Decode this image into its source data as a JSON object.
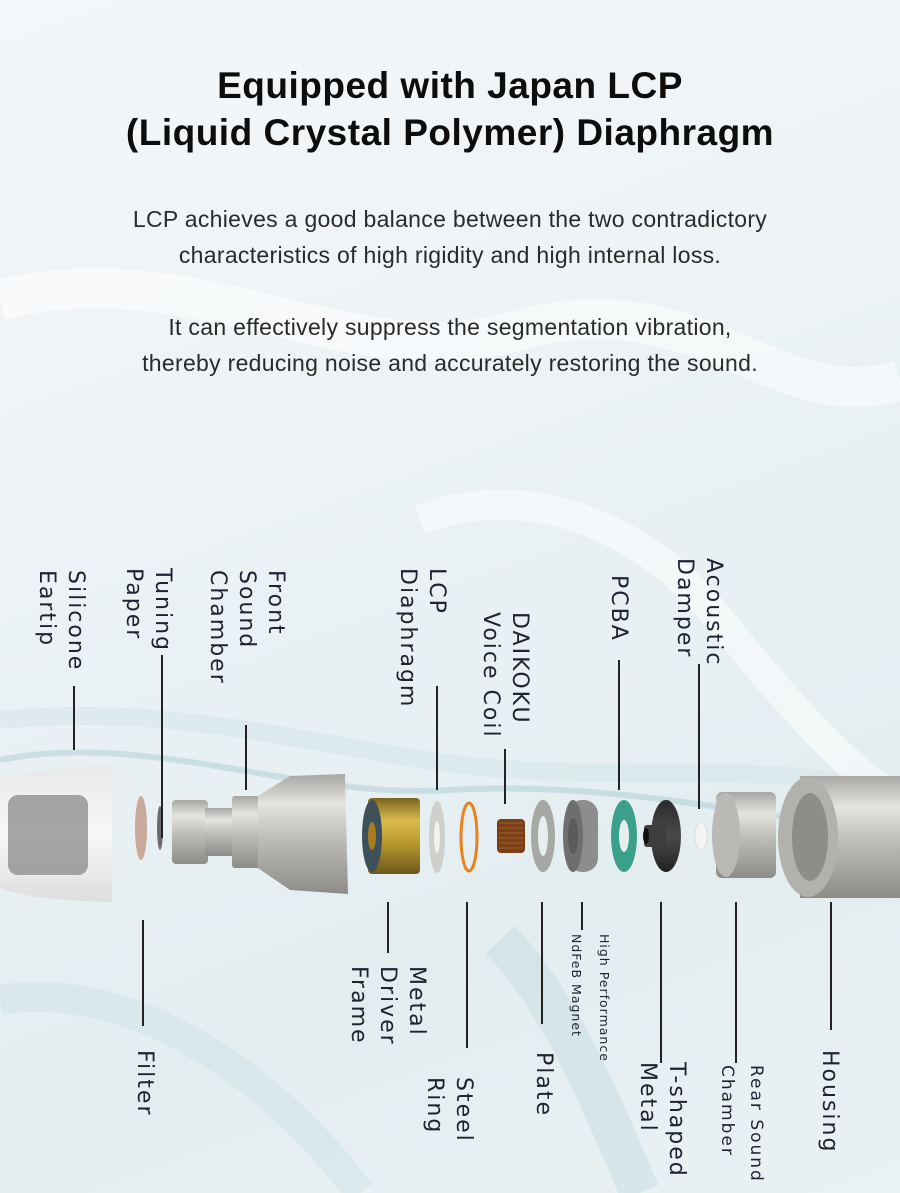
{
  "header": {
    "title_line1": "Equipped with Japan LCP",
    "title_line2": "(Liquid Crystal Polymer) Diaphragm"
  },
  "description": {
    "paragraph1_line1": "LCP achieves a good balance between the two contradictory",
    "paragraph1_line2": "characteristics of high rigidity and high internal loss.",
    "paragraph2_line1": "It can effectively suppress the segmentation vibration,",
    "paragraph2_line2": "thereby reducing noise and accurately restoring the sound."
  },
  "diagram": {
    "top_labels": {
      "silicone_eartip": "Silicone\nEartip",
      "tuning_paper": "Tuning\nPaper",
      "front_sound_chamber": "Front\nSound\nChamber",
      "lcp_diaphragm": "LCP\nDiaphragm",
      "voice_coil": "DAIKOKU\nVoice Coil",
      "pcba": "PCBA",
      "acoustic_damper": "Acoustic\nDamper"
    },
    "bottom_labels": {
      "filter": "Filter",
      "metal_driver_frame": "Metal\nDriver\nFrame",
      "steel_ring": "Steel\nRing",
      "plate": "Plate",
      "magnet": "High Performance\nNdFeB Magnet",
      "t_shaped_metal": "T-shaped\nMetal",
      "rear_sound_chamber": "Rear Sound\nChamber",
      "housing": "Housing"
    },
    "colors": {
      "brass_frame": "#b8982e",
      "steel_ring": "#e8821c",
      "voice_coil": "#7a3f17",
      "pcba": "#3aa08c",
      "t_metal": "#3a3a3c",
      "silver": "#c4c2be",
      "eartip": "#f2f2f2"
    }
  }
}
